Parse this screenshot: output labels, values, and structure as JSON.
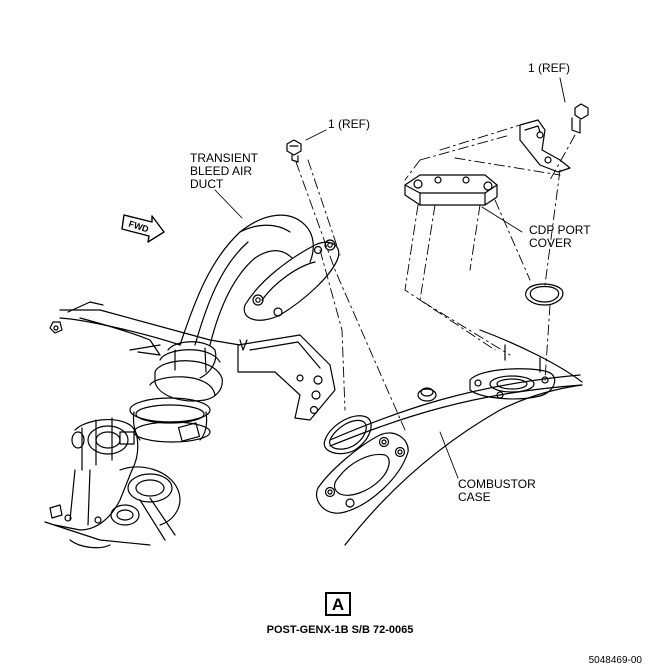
{
  "labels": {
    "ref_left": "1 (REF)",
    "ref_right": "1 (REF)",
    "duct": [
      "TRANSIENT",
      "BLEED AIR",
      "DUCT"
    ],
    "cdp_cover": [
      "CDP PORT",
      "COVER"
    ],
    "combustor": [
      "COMBUSTOR",
      "CASE"
    ],
    "fwd": "FWD"
  },
  "view": {
    "letter": "A",
    "caption": "POST-GENX-1B S/B 72-0065"
  },
  "figure_number": "5048469-00"
}
